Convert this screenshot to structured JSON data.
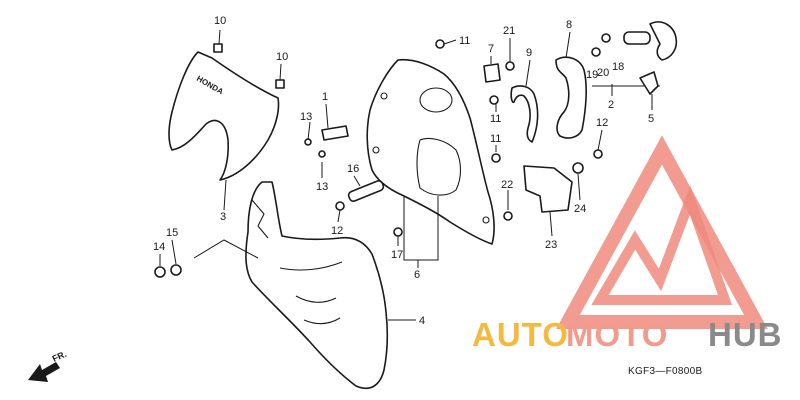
{
  "diagram": {
    "callouts": [
      {
        "id": "c10a",
        "label": "10"
      },
      {
        "id": "c10b",
        "label": "10"
      },
      {
        "id": "c11a",
        "label": "11"
      },
      {
        "id": "c7",
        "label": "7"
      },
      {
        "id": "c21",
        "label": "21"
      },
      {
        "id": "c9",
        "label": "9"
      },
      {
        "id": "c8",
        "label": "8"
      },
      {
        "id": "c20",
        "label": "20"
      },
      {
        "id": "c19",
        "label": "19"
      },
      {
        "id": "c18",
        "label": "18"
      },
      {
        "id": "c2",
        "label": "2"
      },
      {
        "id": "c5",
        "label": "5"
      },
      {
        "id": "c1",
        "label": "1"
      },
      {
        "id": "c13a",
        "label": "13"
      },
      {
        "id": "c13b",
        "label": "13"
      },
      {
        "id": "c11b",
        "label": "11"
      },
      {
        "id": "c11c",
        "label": "11"
      },
      {
        "id": "c12a",
        "label": "12"
      },
      {
        "id": "c16",
        "label": "16"
      },
      {
        "id": "c12b",
        "label": "12"
      },
      {
        "id": "c22",
        "label": "22"
      },
      {
        "id": "c24",
        "label": "24"
      },
      {
        "id": "c23",
        "label": "23"
      },
      {
        "id": "c3",
        "label": "3"
      },
      {
        "id": "c15",
        "label": "15"
      },
      {
        "id": "c14",
        "label": "14"
      },
      {
        "id": "c17",
        "label": "17"
      },
      {
        "id": "c6",
        "label": "6"
      },
      {
        "id": "c4",
        "label": "4"
      }
    ],
    "diagram_code": "KGF3—F0800B",
    "front_label": "FR.",
    "panel_brand": "HONDA",
    "watermark": {
      "word1": "AUTO",
      "word2": "MOTO",
      "word3": "HUB",
      "color_orange": "#f5b942",
      "color_salmon": "#f29a8c",
      "color_gray": "#8a8a8a",
      "triangle_color": "#f08a7c"
    }
  }
}
